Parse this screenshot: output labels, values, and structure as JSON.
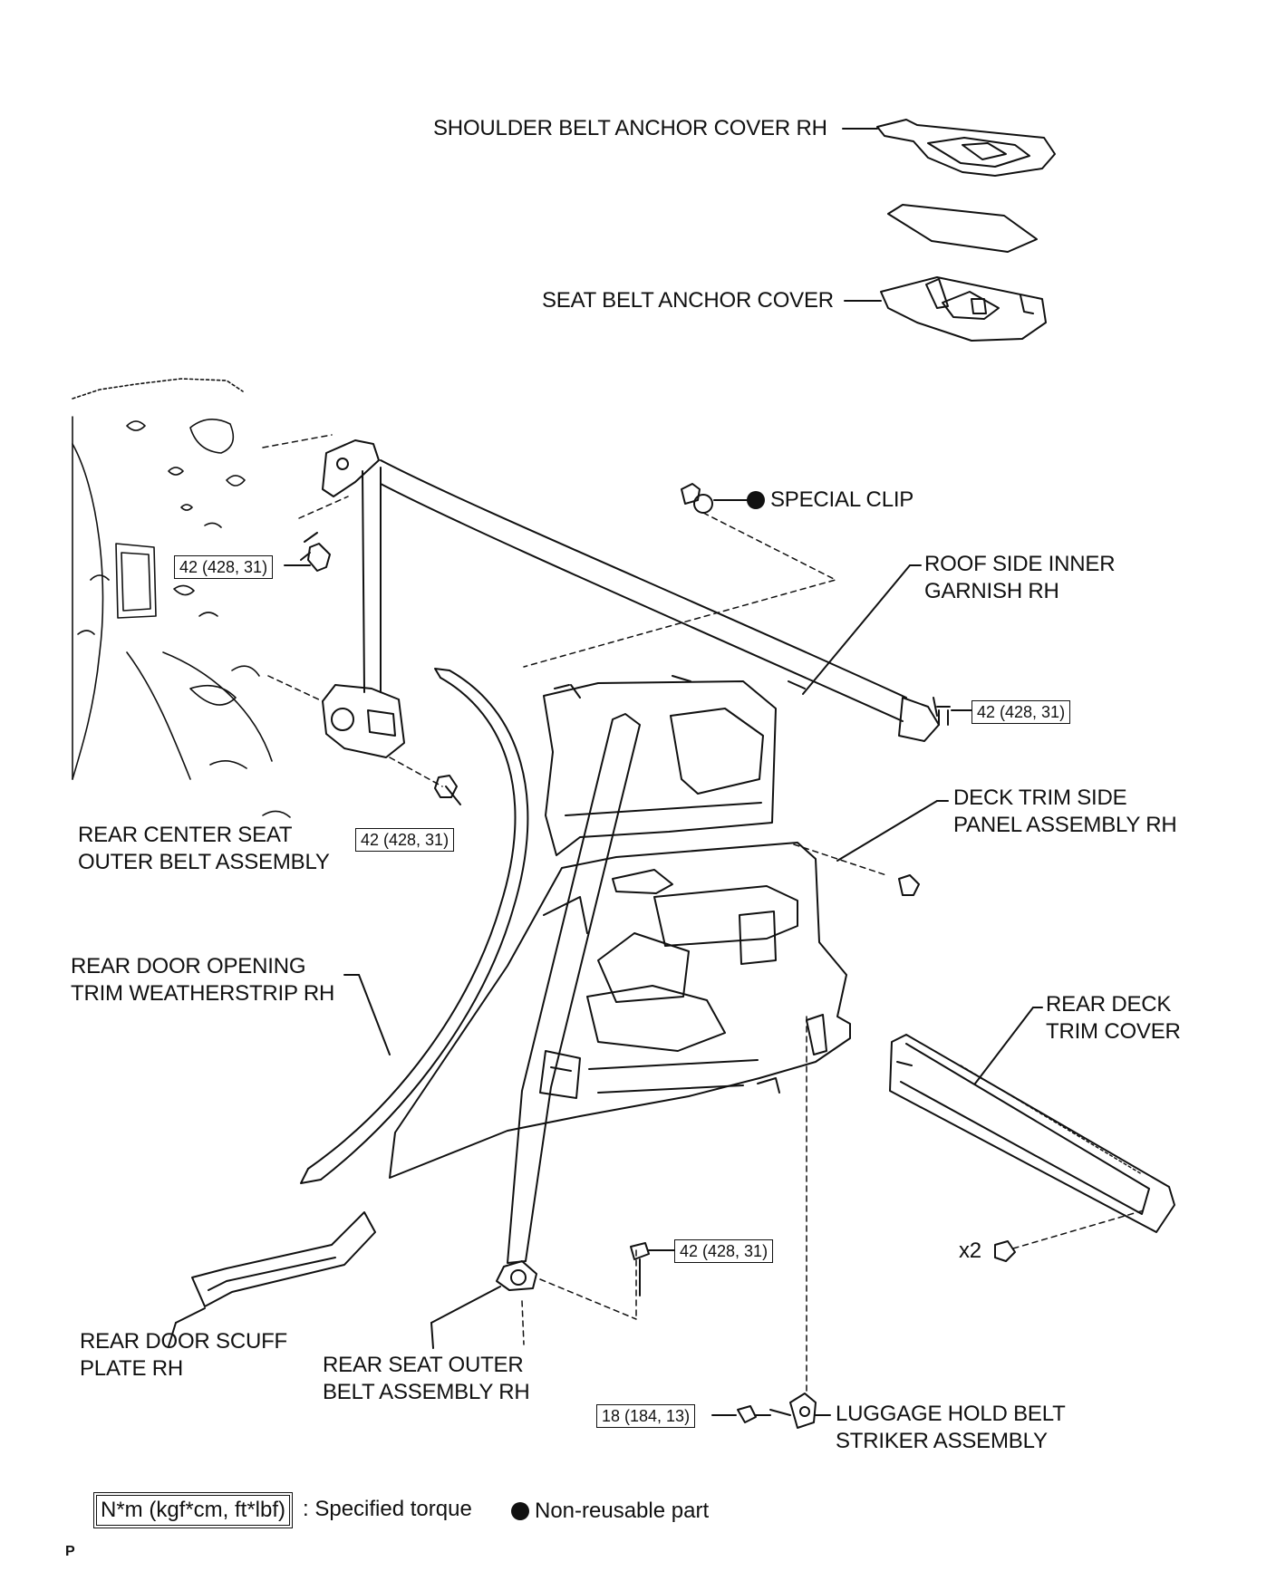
{
  "labels": {
    "shoulder_belt_anchor_cover": "SHOULDER BELT ANCHOR COVER RH",
    "seat_belt_anchor_cover": "SEAT BELT ANCHOR COVER",
    "special_clip": "SPECIAL CLIP",
    "roof_side_inner_garnish_1": "ROOF SIDE INNER",
    "roof_side_inner_garnish_2": "GARNISH RH",
    "rear_center_seat_belt_1": "REAR CENTER SEAT",
    "rear_center_seat_belt_2": "OUTER BELT ASSEMBLY",
    "deck_trim_side_panel_1": "DECK TRIM SIDE",
    "deck_trim_side_panel_2": "PANEL ASSEMBLY RH",
    "rear_door_weatherstrip_1": "REAR DOOR OPENING",
    "rear_door_weatherstrip_2": "TRIM WEATHERSTRIP RH",
    "rear_deck_trim_cover_1": "REAR DECK",
    "rear_deck_trim_cover_2": "TRIM COVER",
    "rear_door_scuff_plate_1": "REAR DOOR SCUFF",
    "rear_door_scuff_plate_2": "PLATE RH",
    "rear_seat_outer_belt_1": "REAR SEAT OUTER",
    "rear_seat_outer_belt_2": "BELT ASSEMBLY RH",
    "luggage_hold_belt_striker_1": "LUGGAGE HOLD BELT",
    "luggage_hold_belt_striker_2": "STRIKER ASSEMBLY",
    "quantity": "x2"
  },
  "torques": {
    "upper_belt_anchor": "42 (428, 31)",
    "roof_anchor": "42 (428, 31)",
    "retractor_bolt": "42 (428, 31)",
    "floor_anchor": "42 (428, 31)",
    "striker_bolt": "18 (184, 13)"
  },
  "legend": {
    "torque_units": "N*m (kgf*cm, ft*lbf)",
    "torque_desc": ": Specified torque",
    "nonreusable_desc": "Non-reusable part"
  },
  "page_mark": "P",
  "colors": {
    "line": "#111111",
    "background": "#ffffff"
  }
}
